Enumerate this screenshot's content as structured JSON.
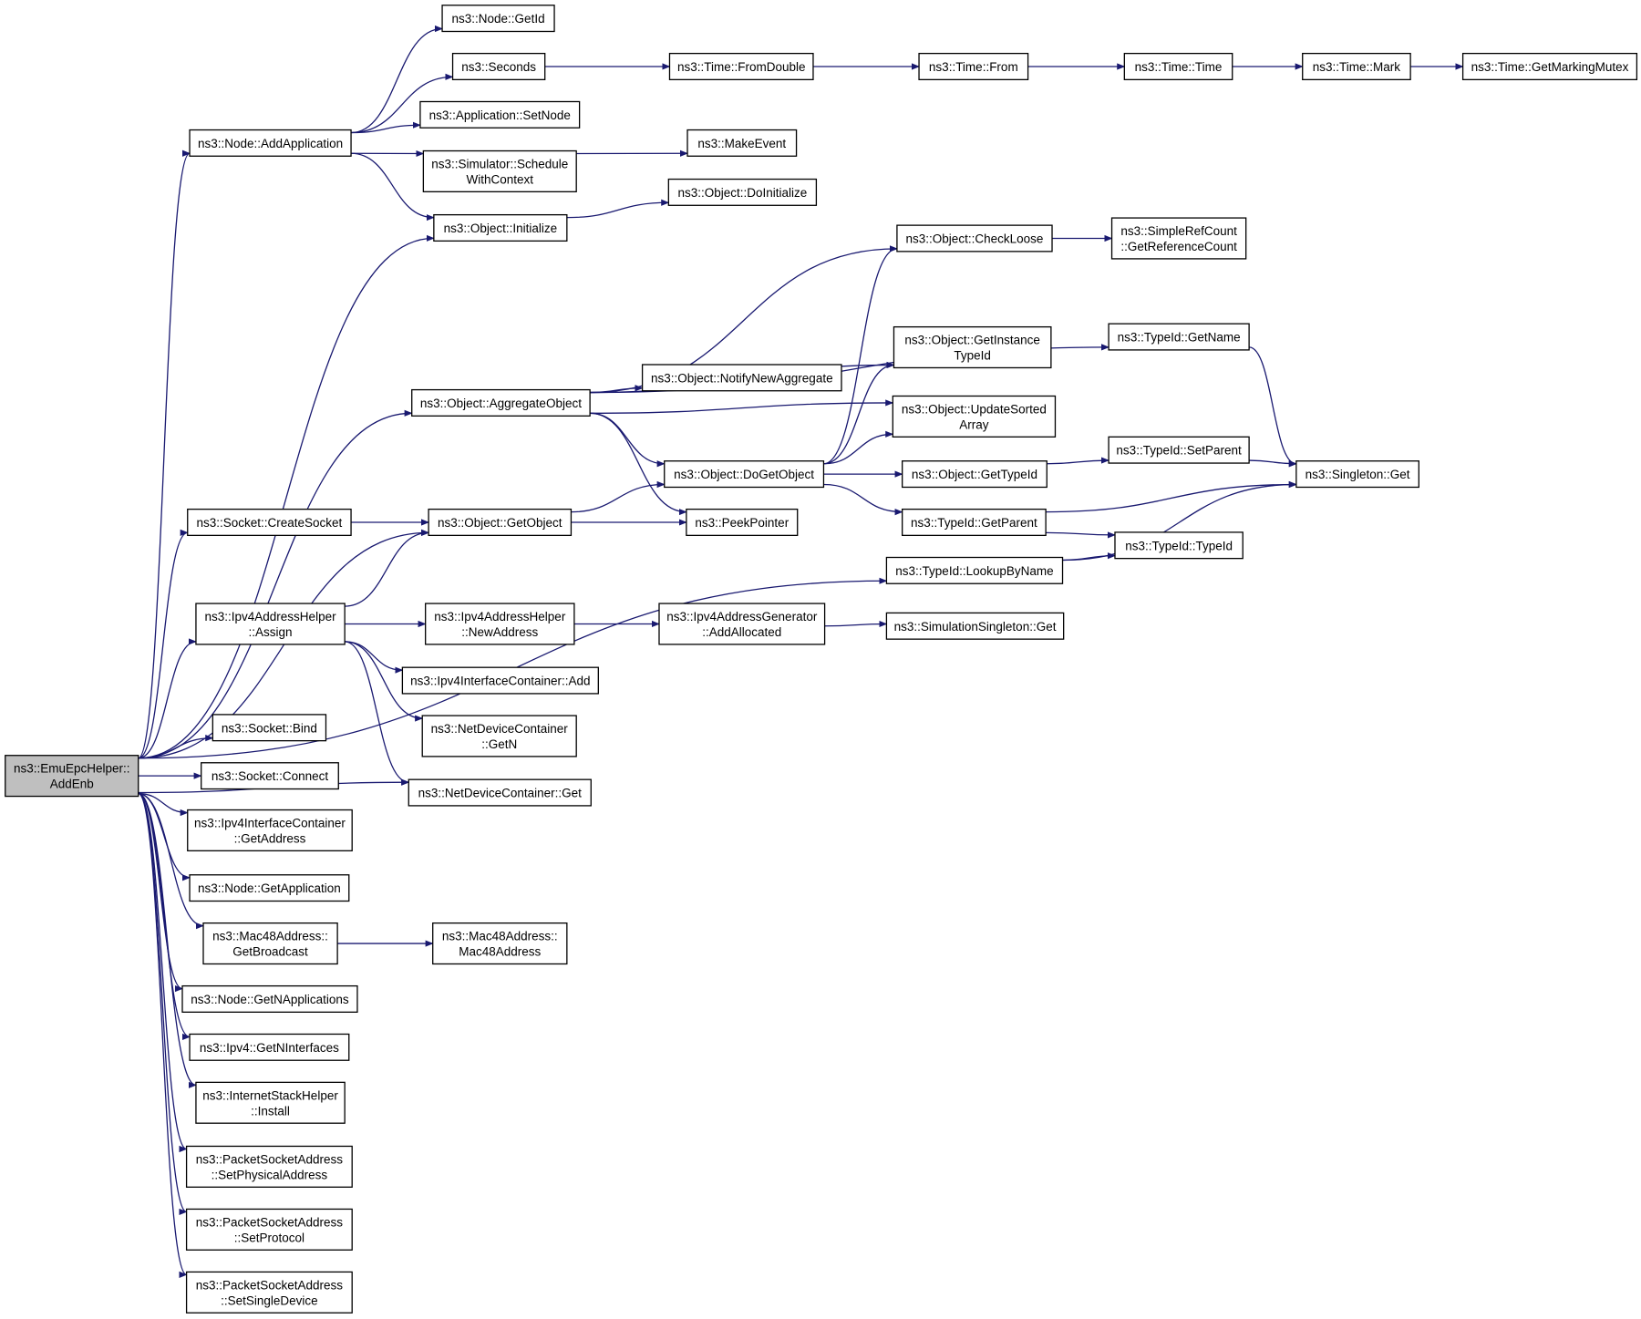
{
  "graph": {
    "edge_color": "#191970",
    "root_fill": "#bfbfbf",
    "nodes": [
      {
        "id": "root",
        "lines": [
          "ns3::EmuEpcHelper::",
          "AddEnb"
        ]
      },
      {
        "id": "node_addapplication",
        "lines": [
          "ns3::Node::AddApplication"
        ]
      },
      {
        "id": "node_getid",
        "lines": [
          "ns3::Node::GetId"
        ]
      },
      {
        "id": "seconds",
        "lines": [
          "ns3::Seconds"
        ]
      },
      {
        "id": "time_fromdouble",
        "lines": [
          "ns3::Time::FromDouble"
        ]
      },
      {
        "id": "time_from",
        "lines": [
          "ns3::Time::From"
        ]
      },
      {
        "id": "time_time",
        "lines": [
          "ns3::Time::Time"
        ]
      },
      {
        "id": "time_mark",
        "lines": [
          "ns3::Time::Mark"
        ]
      },
      {
        "id": "time_getmarkingmutex",
        "lines": [
          "ns3::Time::GetMarkingMutex"
        ]
      },
      {
        "id": "application_setnode",
        "lines": [
          "ns3::Application::SetNode"
        ]
      },
      {
        "id": "simulator_schedule",
        "lines": [
          "ns3::Simulator::Schedule",
          "WithContext"
        ]
      },
      {
        "id": "makeevent",
        "lines": [
          "ns3::MakeEvent"
        ]
      },
      {
        "id": "object_initialize",
        "lines": [
          "ns3::Object::Initialize"
        ]
      },
      {
        "id": "object_doinitialize",
        "lines": [
          "ns3::Object::DoInitialize"
        ]
      },
      {
        "id": "object_checkloose",
        "lines": [
          "ns3::Object::CheckLoose"
        ]
      },
      {
        "id": "simplerefcount",
        "lines": [
          "ns3::SimpleRefCount",
          "::GetReferenceCount"
        ]
      },
      {
        "id": "typeid_getname",
        "lines": [
          "ns3::TypeId::GetName"
        ]
      },
      {
        "id": "object_getinstancetypeid",
        "lines": [
          "ns3::Object::GetInstance",
          "TypeId"
        ]
      },
      {
        "id": "object_aggregateobject",
        "lines": [
          "ns3::Object::AggregateObject"
        ]
      },
      {
        "id": "object_notifynewaggregate",
        "lines": [
          "ns3::Object::NotifyNewAggregate"
        ]
      },
      {
        "id": "object_updatesortedarray",
        "lines": [
          "ns3::Object::UpdateSorted",
          "Array"
        ]
      },
      {
        "id": "typeid_setparent",
        "lines": [
          "ns3::TypeId::SetParent"
        ]
      },
      {
        "id": "object_dogetobject",
        "lines": [
          "ns3::Object::DoGetObject"
        ]
      },
      {
        "id": "object_gettypeid",
        "lines": [
          "ns3::Object::GetTypeId"
        ]
      },
      {
        "id": "singleton_get",
        "lines": [
          "ns3::Singleton::Get"
        ]
      },
      {
        "id": "typeid_getparent",
        "lines": [
          "ns3::TypeId::GetParent"
        ]
      },
      {
        "id": "socket_createsocket",
        "lines": [
          "ns3::Socket::CreateSocket"
        ]
      },
      {
        "id": "object_getobject",
        "lines": [
          "ns3::Object::GetObject"
        ]
      },
      {
        "id": "peekpointer",
        "lines": [
          "ns3::PeekPointer"
        ]
      },
      {
        "id": "typeid_typeid",
        "lines": [
          "ns3::TypeId::TypeId"
        ]
      },
      {
        "id": "typeid_lookupbyname",
        "lines": [
          "ns3::TypeId::LookupByName"
        ]
      },
      {
        "id": "ipv4addresshelper_assign",
        "lines": [
          "ns3::Ipv4AddressHelper",
          "::Assign"
        ]
      },
      {
        "id": "ipv4addresshelper_newaddress",
        "lines": [
          "ns3::Ipv4AddressHelper",
          "::NewAddress"
        ]
      },
      {
        "id": "ipv4addressgenerator",
        "lines": [
          "ns3::Ipv4AddressGenerator",
          "::AddAllocated"
        ]
      },
      {
        "id": "simulationsingleton_get",
        "lines": [
          "ns3::SimulationSingleton::Get"
        ]
      },
      {
        "id": "ipv4interfacecontainer_add",
        "lines": [
          "ns3::Ipv4InterfaceContainer::Add"
        ]
      },
      {
        "id": "netdevicecontainer_getn",
        "lines": [
          "ns3::NetDeviceContainer",
          "::GetN"
        ]
      },
      {
        "id": "socket_bind",
        "lines": [
          "ns3::Socket::Bind"
        ]
      },
      {
        "id": "socket_connect",
        "lines": [
          "ns3::Socket::Connect"
        ]
      },
      {
        "id": "netdevicecontainer_get",
        "lines": [
          "ns3::NetDeviceContainer::Get"
        ]
      },
      {
        "id": "ipv4interfacecontainer_getaddress",
        "lines": [
          "ns3::Ipv4InterfaceContainer",
          "::GetAddress"
        ]
      },
      {
        "id": "node_getapplication",
        "lines": [
          "ns3::Node::GetApplication"
        ]
      },
      {
        "id": "mac48_getbroadcast",
        "lines": [
          "ns3::Mac48Address::",
          "GetBroadcast"
        ]
      },
      {
        "id": "mac48_mac48address",
        "lines": [
          "ns3::Mac48Address::",
          "Mac48Address"
        ]
      },
      {
        "id": "node_getnapplications",
        "lines": [
          "ns3::Node::GetNApplications"
        ]
      },
      {
        "id": "ipv4_getninterfaces",
        "lines": [
          "ns3::Ipv4::GetNInterfaces"
        ]
      },
      {
        "id": "internetstackhelper_install",
        "lines": [
          "ns3::InternetStackHelper",
          "::Install"
        ]
      },
      {
        "id": "packetsocketaddress_setphysicaladdress",
        "lines": [
          "ns3::PacketSocketAddress",
          "::SetPhysicalAddress"
        ]
      },
      {
        "id": "packetsocketaddress_setprotocol",
        "lines": [
          "ns3::PacketSocketAddress",
          "::SetProtocol"
        ]
      },
      {
        "id": "packetsocketaddress_setsingledevice",
        "lines": [
          "ns3::PacketSocketAddress",
          "::SetSingleDevice"
        ]
      }
    ],
    "edges": [
      [
        "root",
        "node_addapplication"
      ],
      [
        "root",
        "object_initialize"
      ],
      [
        "root",
        "object_aggregateobject"
      ],
      [
        "root",
        "object_getobject"
      ],
      [
        "root",
        "socket_createsocket"
      ],
      [
        "root",
        "typeid_lookupbyname"
      ],
      [
        "root",
        "ipv4addresshelper_assign"
      ],
      [
        "root",
        "netdevicecontainer_get"
      ],
      [
        "root",
        "socket_bind"
      ],
      [
        "root",
        "socket_connect"
      ],
      [
        "root",
        "ipv4interfacecontainer_getaddress"
      ],
      [
        "root",
        "node_getapplication"
      ],
      [
        "root",
        "mac48_getbroadcast"
      ],
      [
        "root",
        "node_getnapplications"
      ],
      [
        "root",
        "ipv4_getninterfaces"
      ],
      [
        "root",
        "internetstackhelper_install"
      ],
      [
        "root",
        "packetsocketaddress_setphysicaladdress"
      ],
      [
        "root",
        "packetsocketaddress_setprotocol"
      ],
      [
        "root",
        "packetsocketaddress_setsingledevice"
      ],
      [
        "node_addapplication",
        "node_getid"
      ],
      [
        "node_addapplication",
        "seconds"
      ],
      [
        "node_addapplication",
        "application_setnode"
      ],
      [
        "node_addapplication",
        "simulator_schedule"
      ],
      [
        "node_addapplication",
        "object_initialize"
      ],
      [
        "seconds",
        "time_fromdouble"
      ],
      [
        "time_fromdouble",
        "time_from"
      ],
      [
        "time_from",
        "time_time"
      ],
      [
        "time_time",
        "time_mark"
      ],
      [
        "time_mark",
        "time_getmarkingmutex"
      ],
      [
        "simulator_schedule",
        "makeevent"
      ],
      [
        "object_initialize",
        "object_doinitialize"
      ],
      [
        "object_checkloose",
        "simplerefcount"
      ],
      [
        "typeid_getname",
        "singleton_get"
      ],
      [
        "object_aggregateobject",
        "object_checkloose"
      ],
      [
        "object_aggregateobject",
        "typeid_getname"
      ],
      [
        "object_aggregateobject",
        "object_getinstancetypeid"
      ],
      [
        "object_aggregateobject",
        "object_notifynewaggregate"
      ],
      [
        "object_aggregateobject",
        "object_updatesortedarray"
      ],
      [
        "object_aggregateobject",
        "object_dogetobject"
      ],
      [
        "object_aggregateobject",
        "peekpointer"
      ],
      [
        "object_dogetobject",
        "object_checkloose"
      ],
      [
        "object_dogetobject",
        "object_getinstancetypeid"
      ],
      [
        "object_dogetobject",
        "object_updatesortedarray"
      ],
      [
        "object_dogetobject",
        "object_gettypeid"
      ],
      [
        "object_dogetobject",
        "typeid_getparent"
      ],
      [
        "object_gettypeid",
        "typeid_setparent"
      ],
      [
        "typeid_setparent",
        "singleton_get"
      ],
      [
        "typeid_getparent",
        "singleton_get"
      ],
      [
        "typeid_getparent",
        "typeid_typeid"
      ],
      [
        "socket_createsocket",
        "object_getobject"
      ],
      [
        "object_getobject",
        "object_dogetobject"
      ],
      [
        "object_getobject",
        "peekpointer"
      ],
      [
        "typeid_lookupbyname",
        "typeid_typeid"
      ],
      [
        "typeid_lookupbyname",
        "singleton_get"
      ],
      [
        "ipv4addresshelper_assign",
        "object_getobject"
      ],
      [
        "ipv4addresshelper_assign",
        "ipv4addresshelper_newaddress"
      ],
      [
        "ipv4addresshelper_assign",
        "ipv4interfacecontainer_add"
      ],
      [
        "ipv4addresshelper_assign",
        "netdevicecontainer_getn"
      ],
      [
        "ipv4addresshelper_assign",
        "netdevicecontainer_get"
      ],
      [
        "ipv4addresshelper_newaddress",
        "ipv4addressgenerator"
      ],
      [
        "ipv4addressgenerator",
        "simulationsingleton_get"
      ],
      [
        "mac48_getbroadcast",
        "mac48_mac48address"
      ]
    ]
  }
}
